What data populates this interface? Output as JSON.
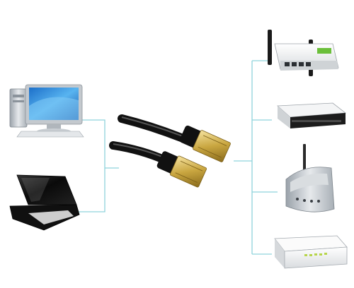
{
  "diagram": {
    "hub": {
      "type": "ethernet-cable",
      "connectors": 2,
      "color": "#111111",
      "plug_color": "#c9a640"
    },
    "left_devices": [
      {
        "name": "desktop-computer",
        "icon": "desktop-computer-icon"
      },
      {
        "name": "laptop",
        "icon": "laptop-icon"
      }
    ],
    "right_devices": [
      {
        "name": "wireless-router",
        "icon": "wireless-router-icon"
      },
      {
        "name": "network-switch",
        "icon": "network-switch-icon"
      },
      {
        "name": "adsl-modem",
        "icon": "modem-icon"
      },
      {
        "name": "switch-hub",
        "icon": "switch-hub-icon"
      }
    ],
    "connector_line_color": "#8fd3dc"
  }
}
